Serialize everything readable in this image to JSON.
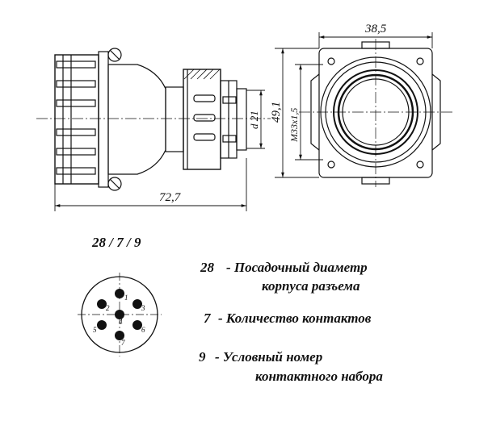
{
  "dimensions": {
    "overall_length": "72,7",
    "front_width": "38,5",
    "height": "49,1",
    "thread": "M33x1,5",
    "inner_diameter": "d 21"
  },
  "code": {
    "title": "28 / 7 / 9"
  },
  "pinout": {
    "pins": [
      "1",
      "2",
      "3",
      "4",
      "5",
      "6",
      "7"
    ]
  },
  "legend": {
    "line1_num": "28",
    "line1_text": "-  Посадочный диаметр",
    "line1_cont": "корпуса разъема",
    "line2_num": "7",
    "line2_text": "- Количество контактов",
    "line3_num": "9",
    "line3_text": "- Условный номер",
    "line3_cont": "контактного набора"
  }
}
